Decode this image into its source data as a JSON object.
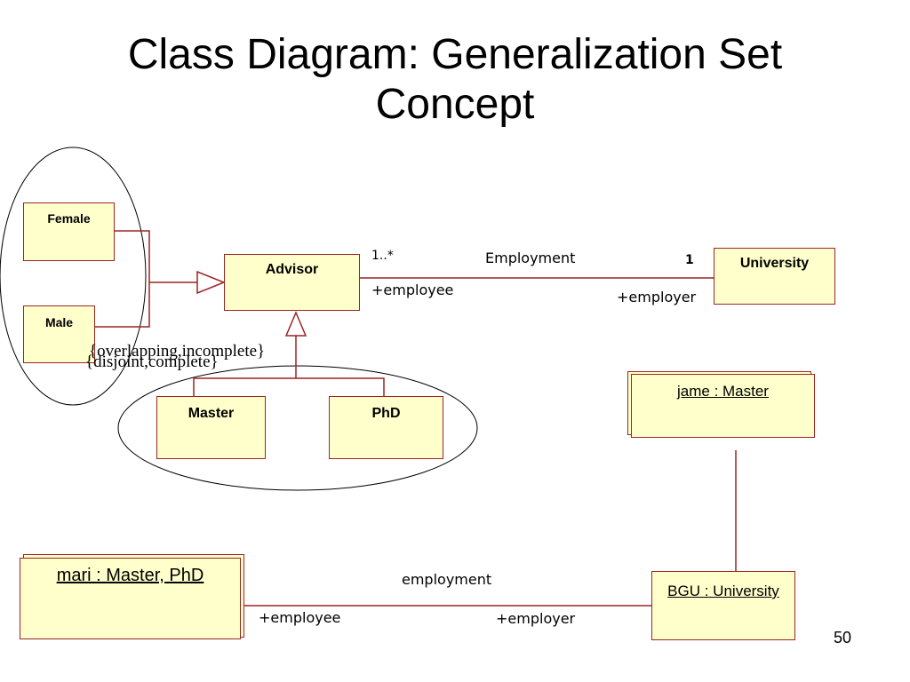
{
  "slide": {
    "title_line1": "Class Diagram: Generalization Set",
    "title_line2": "Concept",
    "page_number": "50"
  },
  "classes": {
    "female": "Female",
    "male": "Male",
    "advisor": "Advisor",
    "university": "University",
    "master": "Master",
    "phd": "PhD"
  },
  "association": {
    "name": "Employment",
    "multiplicity_advisor": "1..*",
    "multiplicity_university": "1",
    "role_employee": "+employee",
    "role_employer": "+employer"
  },
  "generalization_sets": {
    "overlapping_label": "{overlapping,incomplete}",
    "disjoint_label": "{disjoint,complete}"
  },
  "objects": {
    "jame": "jame : Master",
    "mari": "mari : Master, PhD",
    "bgu": "BGU : University"
  },
  "link": {
    "name": "employment",
    "role_employee": "+employee",
    "role_employer": "+employer"
  },
  "colors": {
    "border": "#9c2424",
    "fill": "#ffffcc"
  }
}
